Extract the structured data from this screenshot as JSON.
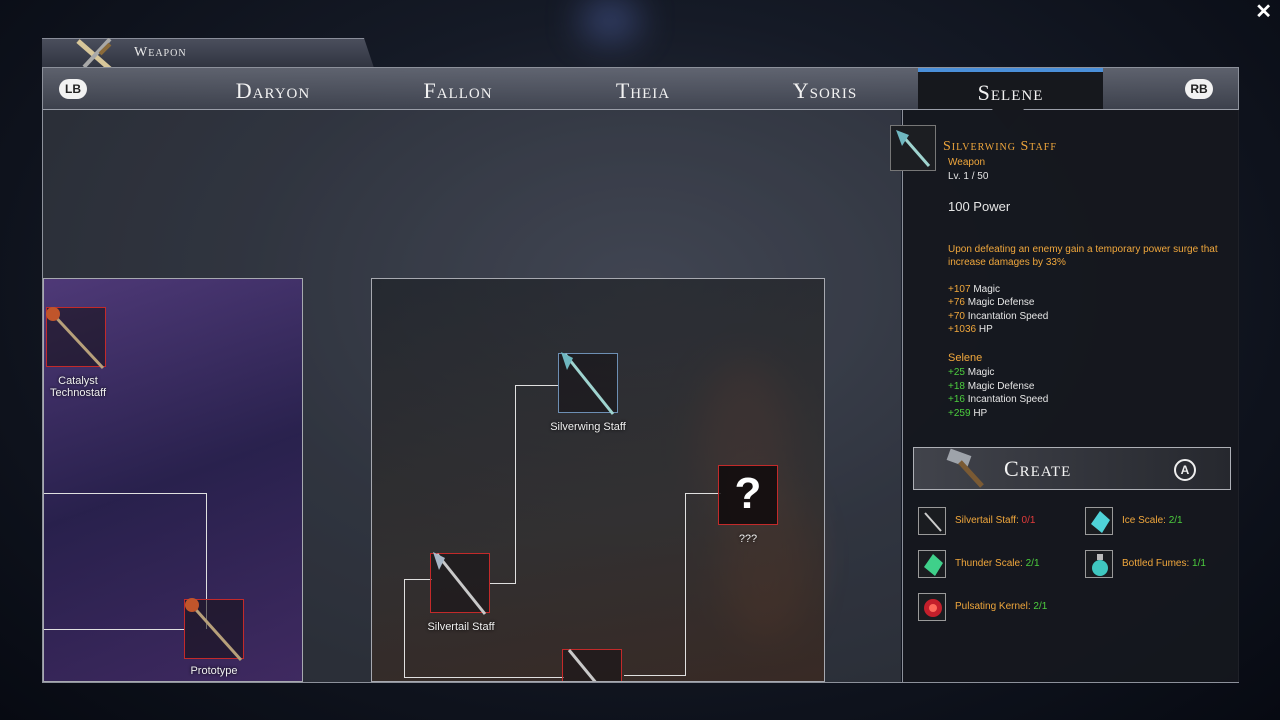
{
  "window": {
    "close_label": "✕"
  },
  "header": {
    "section_label": "Weapon"
  },
  "tabs": {
    "left_bumper": "LB",
    "right_bumper": "RB",
    "characters": [
      "Daryon",
      "Fallon",
      "Theia",
      "Ysoris",
      "Selene"
    ],
    "active": "Selene"
  },
  "tree": {
    "nodes": {
      "catalyst_technostaff": "Catalyst\nTechnostaff",
      "prototype": "Prototype",
      "silverwing_staff": "Silverwing Staff",
      "silvertail_staff": "Silvertail Staff",
      "unknown_mark": "?",
      "unknown_label": "???"
    }
  },
  "detail": {
    "name": "Silverwing Staff",
    "type": "Weapon",
    "level": "Lv. 1 / 50",
    "power": "100 Power",
    "description": "Upon defeating an enemy gain a temporary power surge that increase damages by 33%",
    "stats": [
      {
        "value": "+107",
        "name": "Magic"
      },
      {
        "value": "+76",
        "name": "Magic Defense"
      },
      {
        "value": "+70",
        "name": "Incantation Speed"
      },
      {
        "value": "+1036",
        "name": "HP"
      }
    ],
    "character_bonus_title": "Selene",
    "character_bonus": [
      {
        "value": "+25",
        "name": "Magic"
      },
      {
        "value": "+18",
        "name": "Magic Defense"
      },
      {
        "value": "+16",
        "name": "Incantation Speed"
      },
      {
        "value": "+259",
        "name": "HP"
      }
    ],
    "create_label": "Create",
    "create_button_glyph": "A",
    "materials": [
      {
        "name": "Silvertail Staff:",
        "count": "0/1",
        "status": "insufficient",
        "icon": "staff-icon"
      },
      {
        "name": "Ice Scale:",
        "count": "2/1",
        "status": "ok",
        "icon": "ice-scale-icon"
      },
      {
        "name": "Thunder Scale:",
        "count": "2/1",
        "status": "ok",
        "icon": "thunder-scale-icon"
      },
      {
        "name": "Bottled Fumes:",
        "count": "1/1",
        "status": "ok",
        "icon": "bottled-fumes-icon"
      },
      {
        "name": "Pulsating Kernel:",
        "count": "2/1",
        "status": "ok",
        "icon": "pulsating-kernel-icon"
      }
    ]
  },
  "colors": {
    "accent_blue": "#4a8fd9",
    "orange_text": "#f0a73c",
    "green_text": "#4ccd3e",
    "red_text": "#e33b3b",
    "node_border_red": "#c32a2a",
    "node_border_blue": "#6d8fb4"
  }
}
